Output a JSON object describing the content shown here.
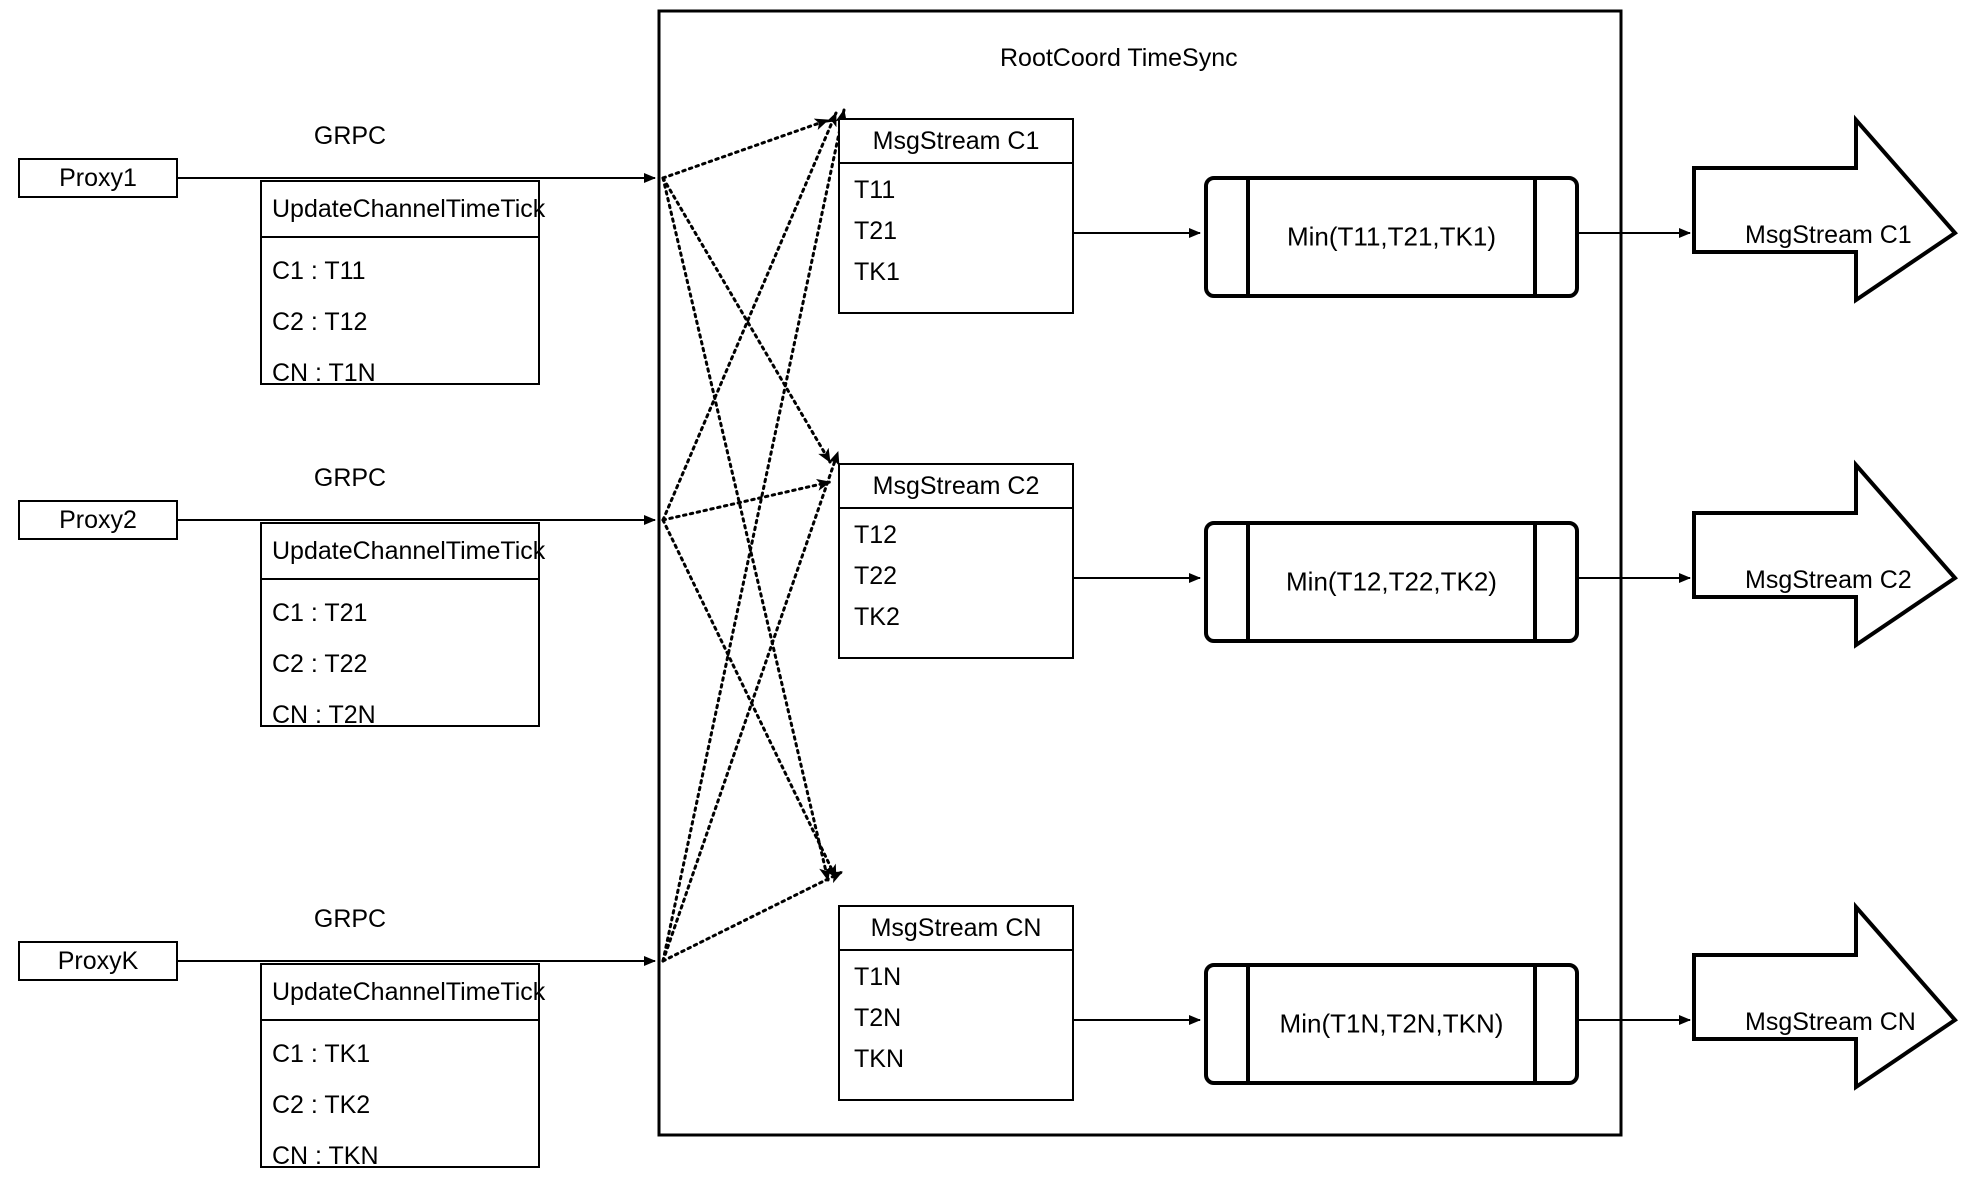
{
  "diagram": {
    "title": "RootCoord TimeSync",
    "type": "architecture-flow-diagram",
    "link_label": "GRPC",
    "colors": {
      "stroke": "#000000",
      "background": "#ffffff"
    }
  },
  "proxies": [
    {
      "name": "Proxy1",
      "link_label": "GRPC",
      "request": {
        "title": "UpdateChannelTimeTick",
        "rows": [
          "C1 :  T11",
          "C2 :  T12",
          "CN : T1N"
        ]
      }
    },
    {
      "name": "Proxy2",
      "link_label": "GRPC",
      "request": {
        "title": "UpdateChannelTimeTick",
        "rows": [
          "C1 :  T21",
          "C2 :  T22",
          "CN : T2N"
        ]
      }
    },
    {
      "name": "ProxyK",
      "link_label": "GRPC",
      "request": {
        "title": "UpdateChannelTimeTick",
        "rows": [
          "C1 :  TK1",
          "C2 :  TK2",
          "CN : TKN"
        ]
      }
    }
  ],
  "channels": [
    {
      "stream": {
        "title": "MsgStream C1",
        "rows": [
          "T11",
          "T21",
          "TK1"
        ]
      },
      "process": "Min(T11,T21,TK1)",
      "output": "MsgStream C1"
    },
    {
      "stream": {
        "title": "MsgStream C2",
        "rows": [
          "T12",
          "T22",
          "TK2"
        ]
      },
      "process": "Min(T12,T22,TK2)",
      "output": "MsgStream C2"
    },
    {
      "stream": {
        "title": "MsgStream CN",
        "rows": [
          "T1N",
          "T2N",
          "TKN"
        ]
      },
      "process": "Min(T1N,T2N,TKN)",
      "output": "MsgStream CN"
    }
  ]
}
